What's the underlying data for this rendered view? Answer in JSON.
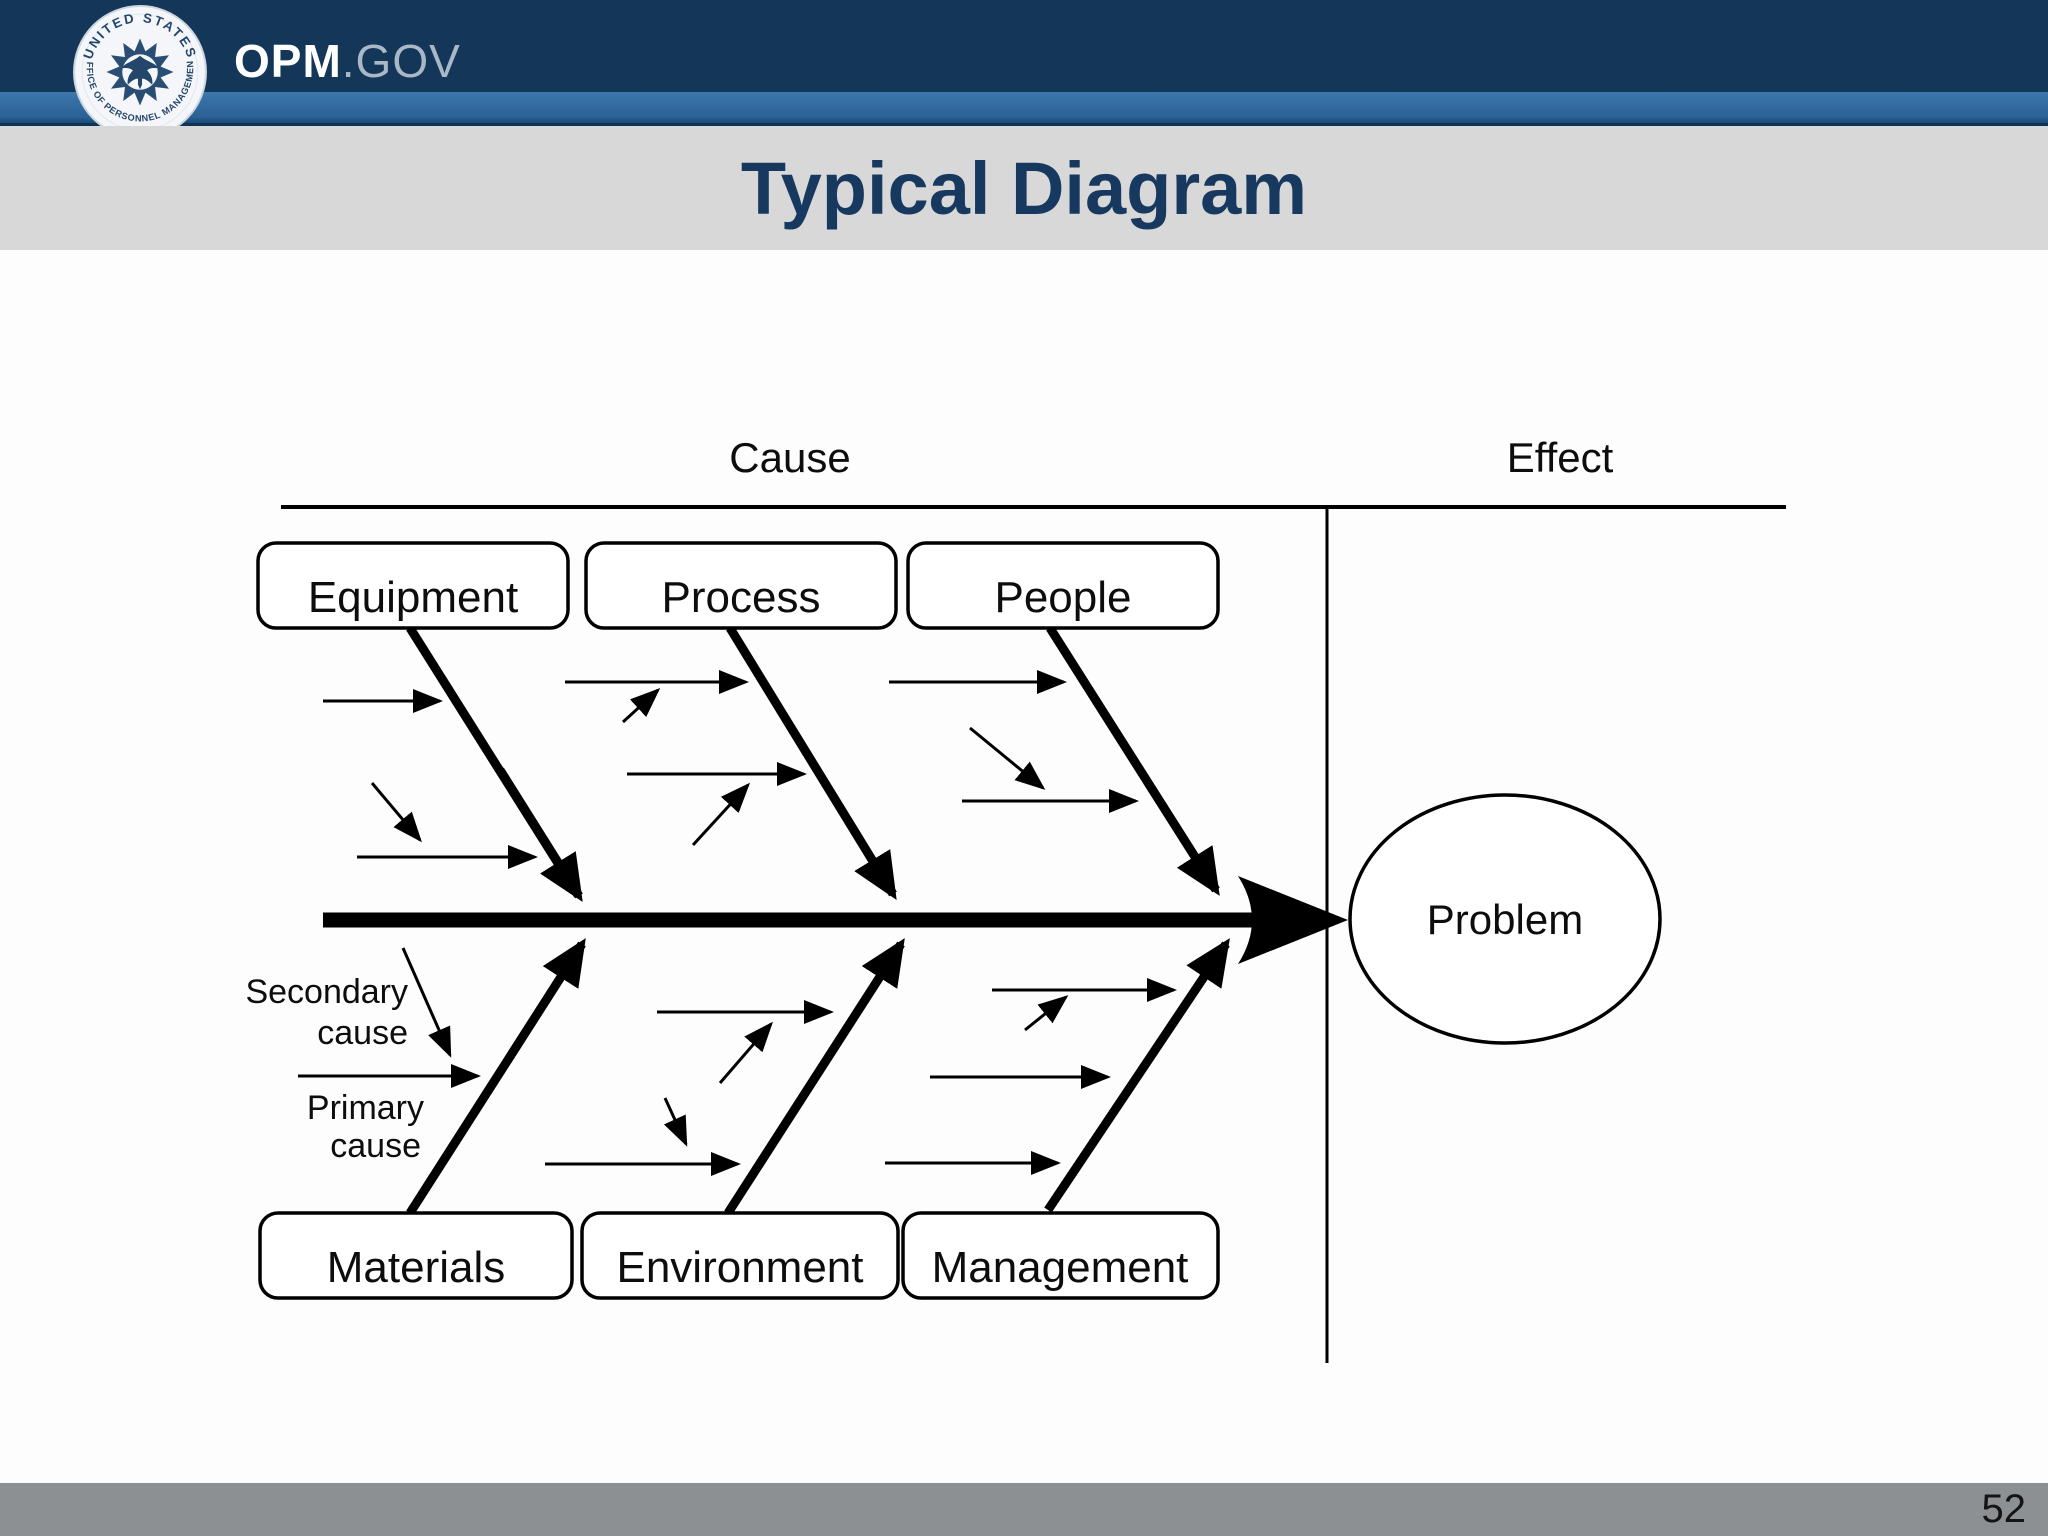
{
  "header": {
    "brand_bold": "OPM",
    "brand_suffix": ".GOV",
    "seal": {
      "top_text": "UNITED STATES",
      "bottom_text": "OFFICE OF PERSONNEL MANAGEMENT"
    }
  },
  "title": "Typical Diagram",
  "diagram": {
    "section_labels": {
      "cause": "Cause",
      "effect": "Effect"
    },
    "top_categories": [
      "Equipment",
      "Process",
      "People"
    ],
    "bottom_categories": [
      "Materials",
      "Environment",
      "Management"
    ],
    "effect_label": "Problem",
    "annotations": {
      "secondary_line1": "Secondary",
      "secondary_line2": "cause",
      "primary_line1": "Primary",
      "primary_line2": "cause"
    }
  },
  "footer": {
    "page_number": "52"
  },
  "colors": {
    "header_navy": "#133659",
    "header_blue": "#2c6296",
    "title_band_gray": "#d8d8d8",
    "title_text_navy": "#17395f",
    "footer_gray": "#8d9092",
    "diagram_ink": "#000000",
    "seal_navy": "#24466b"
  }
}
